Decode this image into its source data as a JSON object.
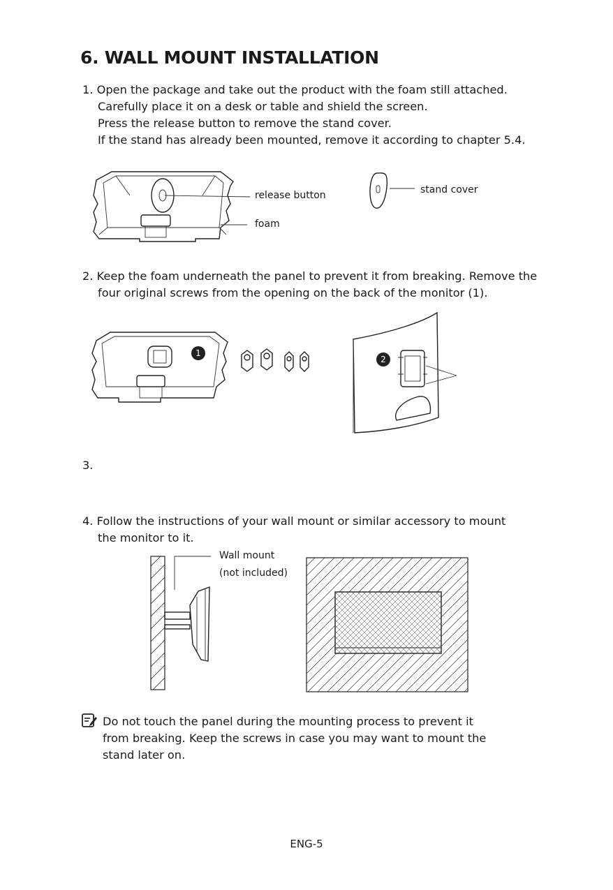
{
  "title": "6. WALL MOUNT INSTALLATION",
  "step1": {
    "number": "1.",
    "lines": [
      "Open the package and take out the product with the foam still attached.",
      "Carefully place it on a desk or table and shield the screen.",
      "Press the release button to remove the stand cover.",
      "If the stand has already been mounted, remove it according to chapter 5.4."
    ],
    "labels": {
      "release_button": "release button",
      "foam": "foam",
      "stand_cover": "stand cover"
    }
  },
  "step2": {
    "number": "2.",
    "lines": [
      "Keep the foam underneath the panel to prevent it from breaking. Remove the",
      "four original screws from the opening on the back of the monitor (1)."
    ],
    "callouts": [
      "1",
      "2"
    ]
  },
  "step3": {
    "number": "3."
  },
  "step4": {
    "number": "4.",
    "lines": [
      "Follow the instructions of your wall mount or similar accessory to mount",
      "the monitor to it."
    ],
    "labels": {
      "wall_mount": "Wall mount",
      "not_included": "(not included)"
    }
  },
  "note": {
    "icon": "note-edit-icon",
    "lines": [
      "Do not touch the panel during the mounting process to prevent it",
      "from breaking. Keep the screws in case you may want to mount the",
      "stand later on."
    ]
  },
  "footer": {
    "page": "ENG-5"
  }
}
